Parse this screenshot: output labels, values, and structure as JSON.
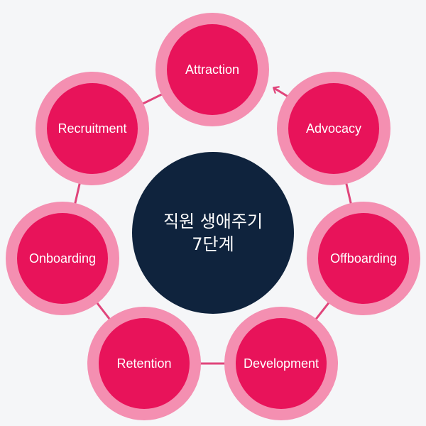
{
  "center": {
    "line1": "직원 생애주기",
    "line2": "7단계"
  },
  "stages": {
    "attraction": "Attraction",
    "advocacy": "Advocacy",
    "offboarding": "Offboarding",
    "development": "Development",
    "retention": "Retention",
    "onboarding": "Onboarding",
    "recruitment": "Recruitment"
  },
  "colors": {
    "background": "#f5f6f8",
    "center": "#0f233d",
    "node_outer": "#f48fb1",
    "node_inner": "#e8135a",
    "connector": "#e0457b"
  }
}
